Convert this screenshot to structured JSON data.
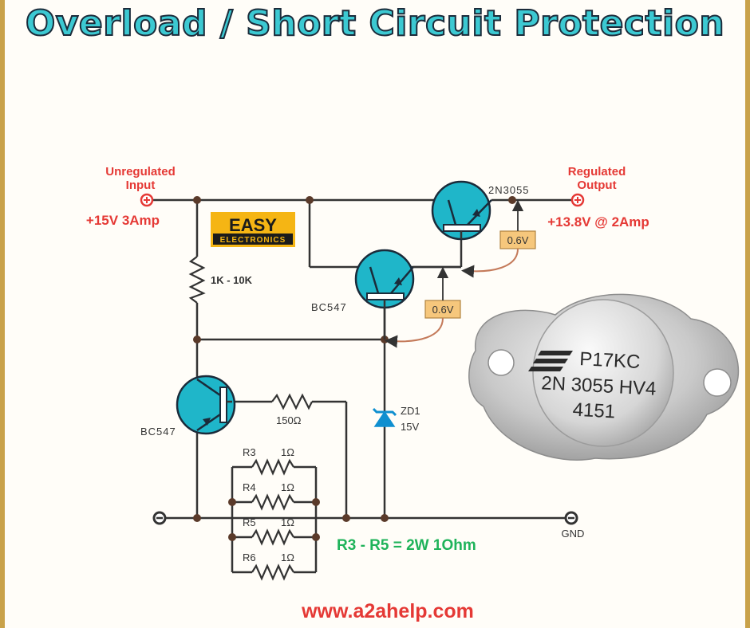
{
  "title": "Overload / Short Circuit Protection",
  "labels": {
    "unregulated_input_1": "Unregulated",
    "unregulated_input_2": "Input",
    "input_spec": "+15V 3Amp",
    "regulated_output_1": "Regulated",
    "regulated_output_2": "Output",
    "output_spec": "+13.8V @ 2Amp",
    "q_power": "2N3055",
    "q_driver": "BC547",
    "q_sense": "BC547",
    "r_bias": "1K - 10K",
    "r_base": "150Ω",
    "zener_name": "ZD1",
    "zener_value": "15V",
    "vbe_1": "0.6V",
    "vbe_2": "0.6V",
    "r3": "R3",
    "r4": "R4",
    "r5": "R5",
    "r6": "R6",
    "r3_val": "1Ω",
    "r4_val": "1Ω",
    "r5_val": "1Ω",
    "r6_val": "1Ω",
    "gnd": "GND",
    "note": "R3 - R5 = 2W 1Ohm",
    "website": "www.a2ahelp.com"
  },
  "logo": {
    "line1": "EASY",
    "line2": "ELECTRONICS"
  },
  "photo": {
    "line1": "P17KC",
    "line2": "2N 3055 HV4",
    "line3": "4151"
  },
  "colors": {
    "title": "#3cc9d2",
    "red_text": "#e53935",
    "green_text": "#1fb35a",
    "transistor": "#1fb6c9",
    "zener": "#0f8fd0",
    "wire": "#333333",
    "badge": "#f6c77c"
  }
}
